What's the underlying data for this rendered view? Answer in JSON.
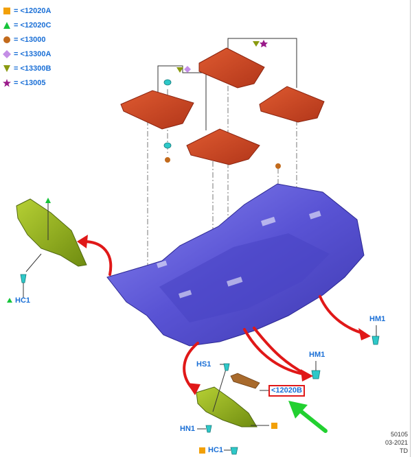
{
  "legend": [
    {
      "symbol": "square",
      "color": "#f2a007",
      "equals": "=",
      "code": "<12020A"
    },
    {
      "symbol": "triangle-up",
      "color": "#16c43a",
      "equals": "=",
      "code": "<12020C"
    },
    {
      "symbol": "circle",
      "color": "#c26a1c",
      "equals": "=",
      "code": "<13000"
    },
    {
      "symbol": "diamond",
      "color": "#c48ee6",
      "equals": "=",
      "code": "<13300A"
    },
    {
      "symbol": "triangle-down",
      "color": "#8a9a10",
      "equals": "=",
      "code": "<13300B"
    },
    {
      "symbol": "star",
      "color": "#9a1a8a",
      "equals": "=",
      "code": "<13005"
    }
  ],
  "labels": {
    "hc1_left": "HC1",
    "hm1_right": "HM1",
    "hm1_center": "HM1",
    "hs1": "HS1",
    "hn1": "HN1",
    "hc1_bottom": "HC1",
    "callout": "<12020B"
  },
  "corner": {
    "line1": "50105",
    "line2": "03-2021",
    "line3": "TD"
  },
  "colors": {
    "mat": "#c8401c",
    "carpet": "#5a55d6",
    "insulator": "#8fae18",
    "clip": "#2ec8c8",
    "arrow_red": "#e01818",
    "arrow_green": "#22d030",
    "label_blue": "#1a6fd6"
  }
}
